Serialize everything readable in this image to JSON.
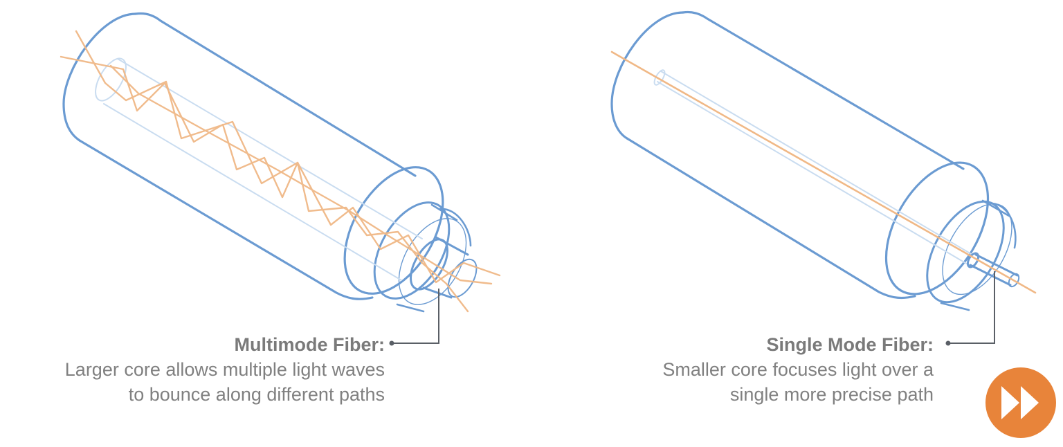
{
  "multimode": {
    "title": "Multimode Fiber:",
    "line1": "Larger core allows multiple light waves",
    "line2": "to bounce along different paths"
  },
  "singlemode": {
    "title": "Single Mode Fiber:",
    "line1": "Smaller core focuses light over a",
    "line2": "single more precise path"
  },
  "colors": {
    "cable_outline": "#6b9bd2",
    "core_outline": "#c9dcf0",
    "light_ray": "#f0b886",
    "leader_line": "#5a5f66",
    "caption_text": "#808080",
    "next_button": "#e8843a"
  },
  "icons": {
    "next": "fast-forward-icon"
  }
}
